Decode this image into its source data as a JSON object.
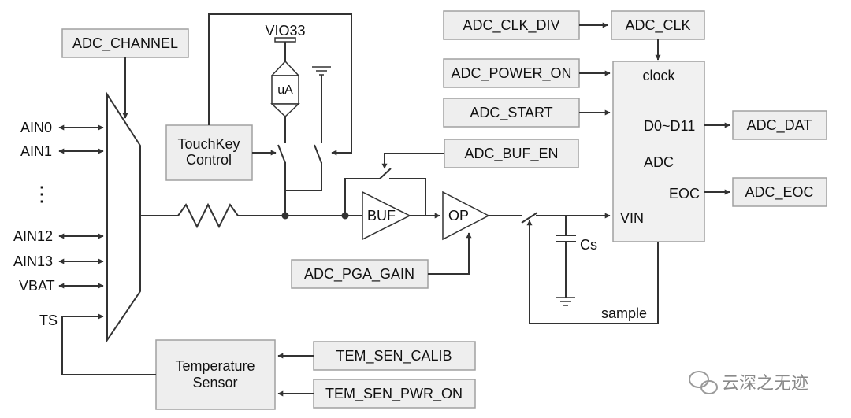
{
  "diagram": {
    "inputs": {
      "ain0": "AIN0",
      "ain1": "AIN1",
      "ellipsis": "⋮",
      "ain12": "AIN12",
      "ain13": "AIN13",
      "vbat": "VBAT",
      "ts": "TS"
    },
    "boxes": {
      "adc_channel": "ADC_CHANNEL",
      "touchkey_line1": "TouchKey",
      "touchkey_line2": "Control",
      "temp_line1": "Temperature",
      "temp_line2": "Sensor",
      "tem_sen_calib": "TEM_SEN_CALIB",
      "tem_sen_pwr_on": "TEM_SEN_PWR_ON",
      "adc_clk_div": "ADC_CLK_DIV",
      "adc_clk": "ADC_CLK",
      "adc_power_on": "ADC_POWER_ON",
      "adc_start": "ADC_START",
      "adc_buf_en": "ADC_BUF_EN",
      "adc_pga_gain": "ADC_PGA_GAIN",
      "adc_dat": "ADC_DAT",
      "adc_eoc": "ADC_EOC"
    },
    "components": {
      "vio33": "VIO33",
      "current_source": "uA",
      "buf": "BUF",
      "op": "OP",
      "cap": "Cs"
    },
    "adc_block": {
      "clock": "clock",
      "data": "D0~D11",
      "name": "ADC",
      "eoc": "EOC",
      "vin": "VIN",
      "sample": "sample"
    },
    "watermark": "云深之无迹"
  }
}
